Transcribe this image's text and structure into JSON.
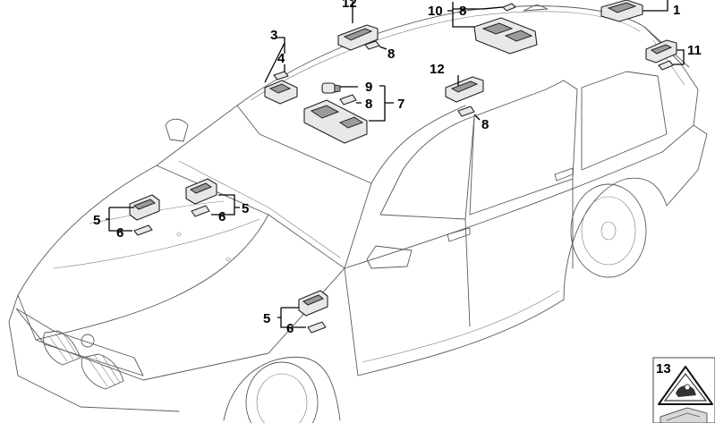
{
  "diagram": {
    "type": "exploded parts diagram",
    "subject": "vehicle interior lights",
    "callouts": {
      "c1": "1",
      "c3": "3",
      "c4": "4",
      "c5a": "5",
      "c5b": "5",
      "c5c": "5",
      "c6a": "6",
      "c6b": "6",
      "c6c": "6",
      "c7": "7",
      "c8a": "8",
      "c8b": "8",
      "c8c": "8",
      "c8d": "8",
      "c9": "9",
      "c10": "10",
      "c11": "11",
      "c12a": "12",
      "c12b": "12",
      "c13": "13"
    },
    "icons": {
      "warning": "warning-triangle-icon",
      "bulb": "bulb-icon"
    }
  }
}
